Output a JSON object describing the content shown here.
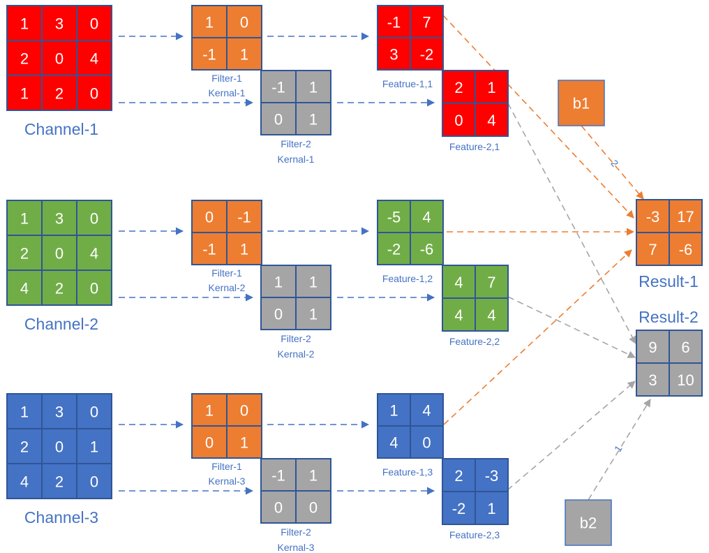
{
  "colors": {
    "red": "#ff0000",
    "green": "#70ad47",
    "blue": "#4472c4",
    "orange": "#ed7d31",
    "gray": "#a5a5a5",
    "border": "#2f5597",
    "label": "#4472c4"
  },
  "channels": [
    {
      "label": "Channel-1",
      "color": "red",
      "values": [
        [
          1,
          3,
          0
        ],
        [
          2,
          0,
          4
        ],
        [
          1,
          2,
          0
        ]
      ]
    },
    {
      "label": "Channel-2",
      "color": "green",
      "values": [
        [
          1,
          3,
          0
        ],
        [
          2,
          0,
          4
        ],
        [
          4,
          2,
          0
        ]
      ]
    },
    {
      "label": "Channel-3",
      "color": "blue",
      "values": [
        [
          1,
          3,
          0
        ],
        [
          2,
          0,
          1
        ],
        [
          4,
          2,
          0
        ]
      ]
    }
  ],
  "filter1": [
    {
      "label1": "Filter-1",
      "label2": "Kernal-1",
      "values": [
        [
          1,
          0
        ],
        [
          -1,
          1
        ]
      ]
    },
    {
      "label1": "Filter-1",
      "label2": "Kernal-2",
      "values": [
        [
          0,
          -1
        ],
        [
          -1,
          1
        ]
      ]
    },
    {
      "label1": "Filter-1",
      "label2": "Kernal-3",
      "values": [
        [
          1,
          0
        ],
        [
          0,
          1
        ]
      ]
    }
  ],
  "filter2": [
    {
      "label1": "Filter-2",
      "label2": "Kernal-1",
      "values": [
        [
          -1,
          1
        ],
        [
          0,
          1
        ]
      ]
    },
    {
      "label1": "Filter-2",
      "label2": "Kernal-2",
      "values": [
        [
          1,
          1
        ],
        [
          0,
          1
        ]
      ]
    },
    {
      "label1": "Filter-2",
      "label2": "Kernal-3",
      "values": [
        [
          -1,
          1
        ],
        [
          0,
          0
        ]
      ]
    }
  ],
  "feature1": [
    {
      "label": "Featrue-1,1",
      "values": [
        [
          -1,
          7
        ],
        [
          3,
          -2
        ]
      ]
    },
    {
      "label": "Feature-1,2",
      "values": [
        [
          -5,
          4
        ],
        [
          -2,
          -6
        ]
      ]
    },
    {
      "label": "Feature-1,3",
      "values": [
        [
          1,
          4
        ],
        [
          4,
          0
        ]
      ]
    }
  ],
  "feature2": [
    {
      "label": "Feature-2,1",
      "values": [
        [
          2,
          1
        ],
        [
          0,
          4
        ]
      ]
    },
    {
      "label": "Feature-2,2",
      "values": [
        [
          4,
          7
        ],
        [
          4,
          4
        ]
      ]
    },
    {
      "label": "Feature-2,3",
      "values": [
        [
          2,
          -3
        ],
        [
          -2,
          1
        ]
      ]
    }
  ],
  "bias": [
    {
      "label": "b1",
      "weight": "2"
    },
    {
      "label": "b2",
      "weight": "1"
    }
  ],
  "results": [
    {
      "label": "Result-1",
      "values": [
        [
          -3,
          17
        ],
        [
          7,
          -6
        ]
      ]
    },
    {
      "label": "Result-2",
      "values": [
        [
          9,
          6
        ],
        [
          3,
          10
        ]
      ]
    }
  ]
}
